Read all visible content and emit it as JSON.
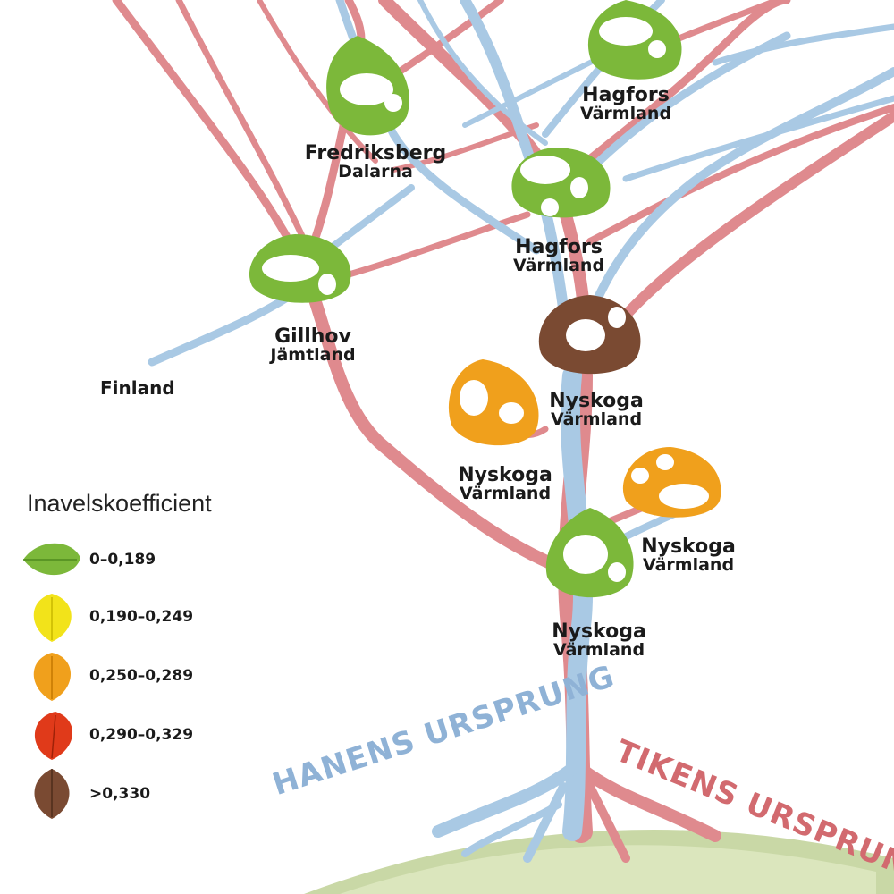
{
  "legend": {
    "title": "Inavelskoefficient",
    "items": [
      {
        "range": "0–0,189",
        "color": "#7cb83a"
      },
      {
        "range": "0,190–0,249",
        "color": "#f2e31a"
      },
      {
        "range": "0,250–0,289",
        "color": "#f0a01c"
      },
      {
        "range": "0,290–0,329",
        "color": "#e03a1a"
      },
      {
        "range": ">0,330",
        "color": "#7a4a32"
      }
    ]
  },
  "nodes": [
    {
      "place": "Fredriksberg",
      "region": "Dalarna",
      "leaf_color": "#7cb83a"
    },
    {
      "place": "Hagfors",
      "region": "Värmland",
      "leaf_color": "#7cb83a"
    },
    {
      "place": "Hagfors",
      "region": "Värmland",
      "leaf_color": "#7cb83a"
    },
    {
      "place": "Gillhov",
      "region": "Jämtland",
      "leaf_color": "#7cb83a"
    },
    {
      "place": "Nyskoga",
      "region": "Värmland",
      "leaf_color": "#7a4a32"
    },
    {
      "place": "Nyskoga",
      "region": "Värmland",
      "leaf_color": "#f0a01c"
    },
    {
      "place": "Nyskoga",
      "region": "Värmland",
      "leaf_color": "#f0a01c"
    },
    {
      "place": "Nyskoga",
      "region": "Värmland",
      "leaf_color": "#7cb83a"
    }
  ],
  "finland_label": "Finland",
  "origins": {
    "male": "HANENS URSPRUNG",
    "female": "TIKENS URSPRUNG"
  },
  "colors": {
    "male_branch": "#a9c9e4",
    "female_branch": "#df8a8e",
    "ground": "#c9d8a6"
  }
}
